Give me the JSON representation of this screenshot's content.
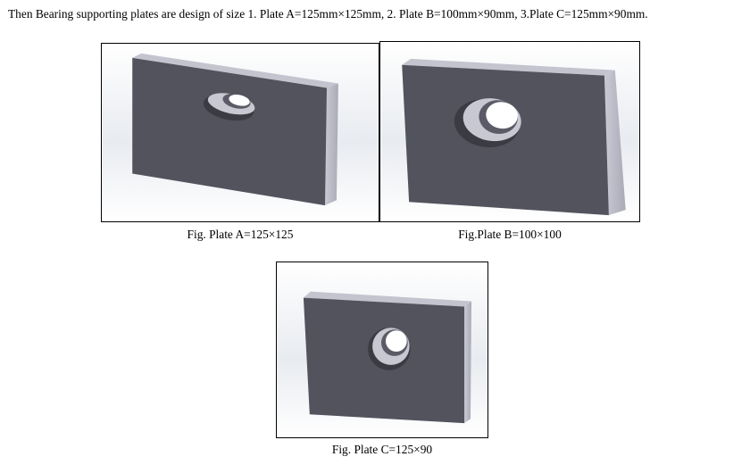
{
  "intro_text": "Then Bearing supporting plates are design of size 1. Plate A=125mm×125mm, 2. Plate B=100mm×90mm, 3.Plate C=125mm×90mm.",
  "figures": [
    {
      "caption": "Fig. Plate A=125×125"
    },
    {
      "caption": "Fig.Plate B=100×100"
    },
    {
      "caption": "Fig. Plate C=125×90"
    }
  ],
  "colors": {
    "plate_face": "#52535d",
    "plate_edge": "#bfc0cb",
    "bore": "#3c3d45",
    "bg_top": "#f4f6f9",
    "bg_mid": "#e8ebf0"
  }
}
